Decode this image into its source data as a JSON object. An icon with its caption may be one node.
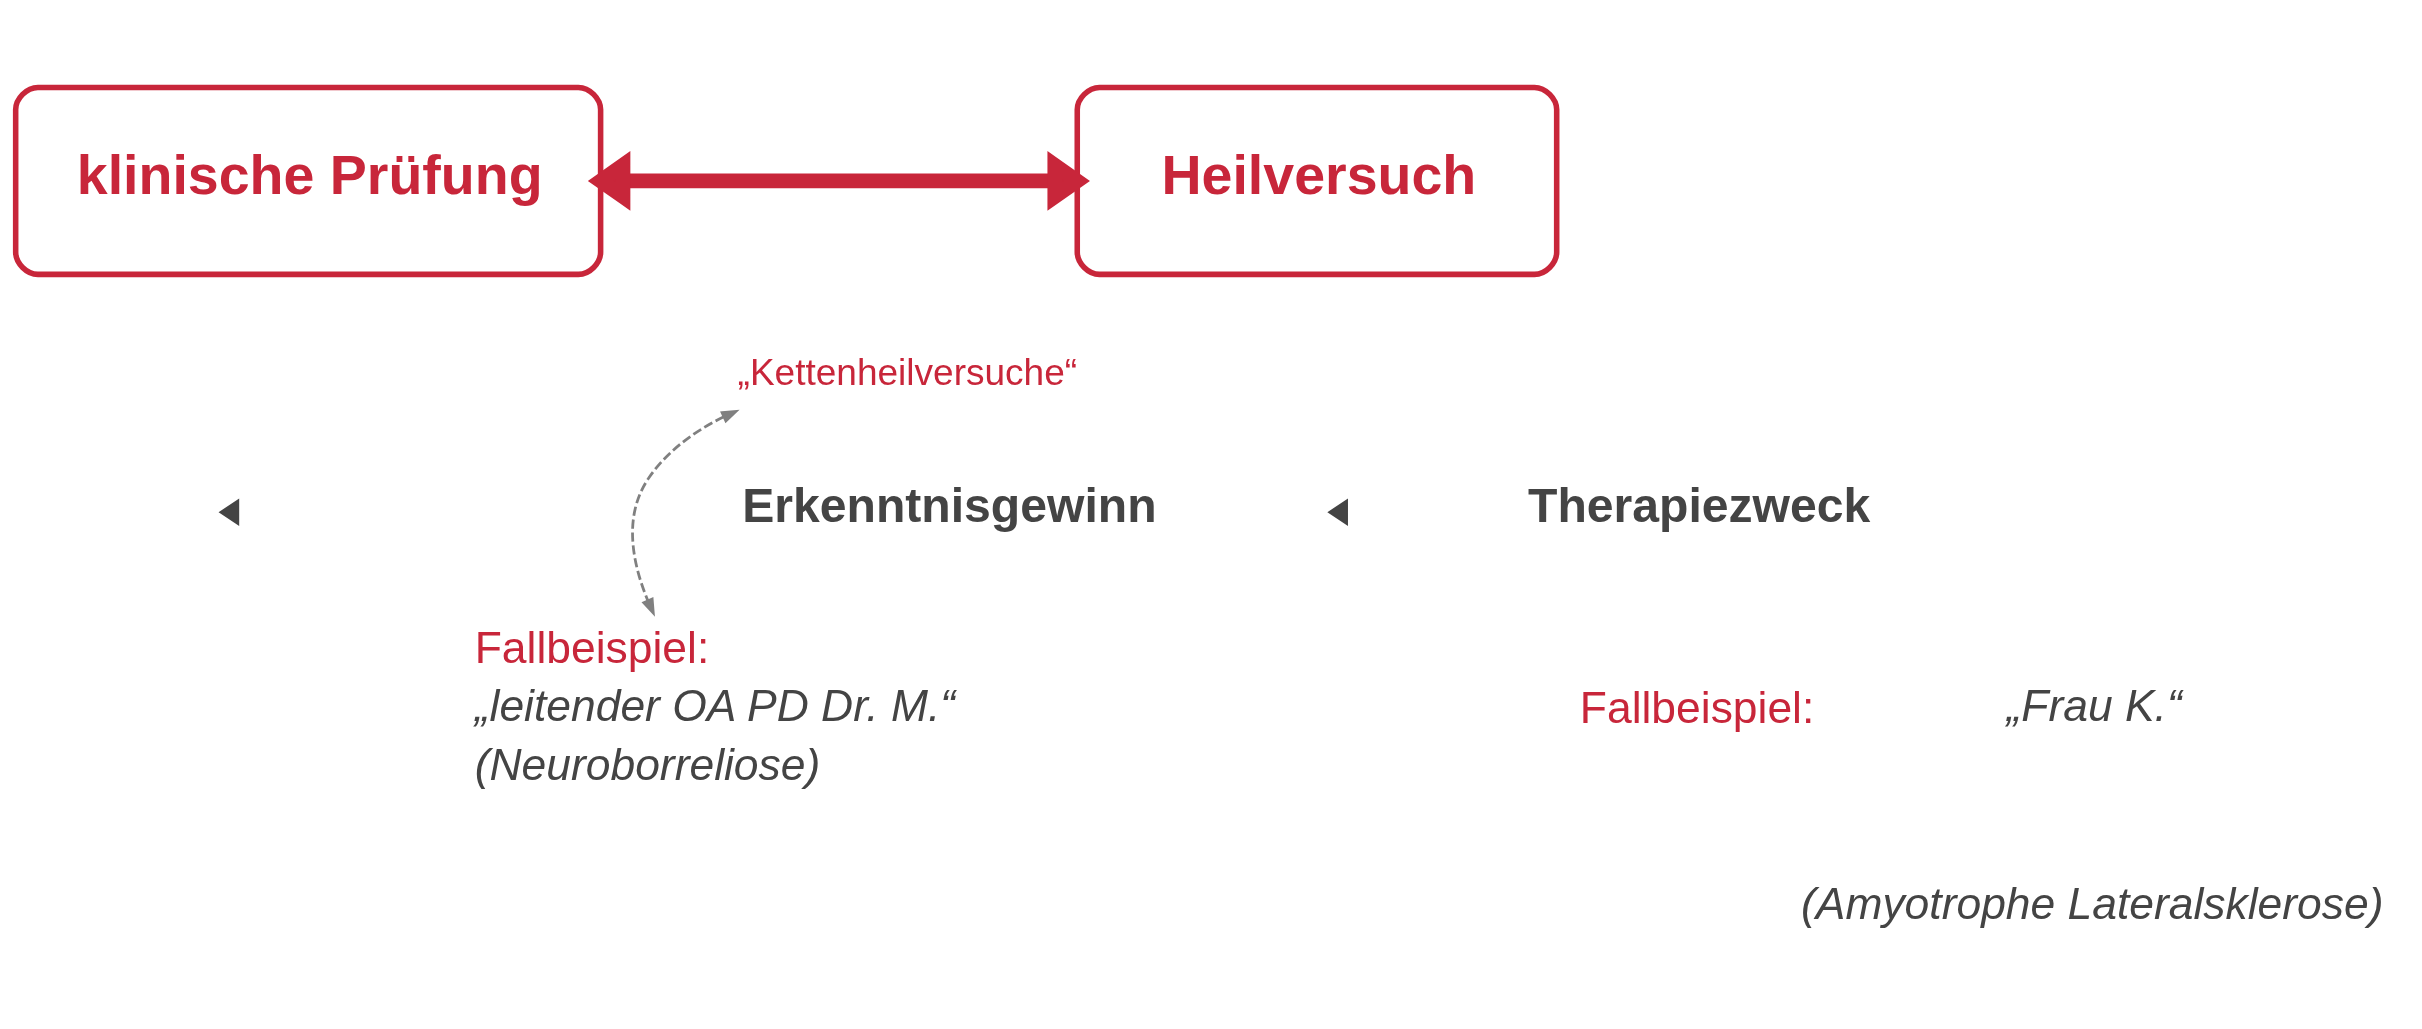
{
  "diagram": {
    "nodes": [
      {
        "text": [
          "klinische Prüfung"
        ]
      },
      {
        "text": [
          "Heilversuch"
        ]
      },
      {
        "text": [
          "„Kettenheilversuche“"
        ]
      },
      {
        "text": [
          "Fallbeispiel:",
          "„leitender OA PD Dr. M.“",
          "(Neuroborreliose)"
        ]
      }
    ],
    "edges": [
      {
        "from": 0,
        "to": 1,
        "arrow": "both",
        "style": "thick"
      },
      {
        "from": 2,
        "to": 3,
        "arrow": "both",
        "style": "dashed",
        "color": "#808080"
      }
    ],
    "labels": [
      "Erkenntnisgewinn",
      "Therapiezweck",
      "Fallbeispiel:",
      "„Frau K.“",
      "(Amyotrophe Lateralsklerose)"
    ]
  }
}
